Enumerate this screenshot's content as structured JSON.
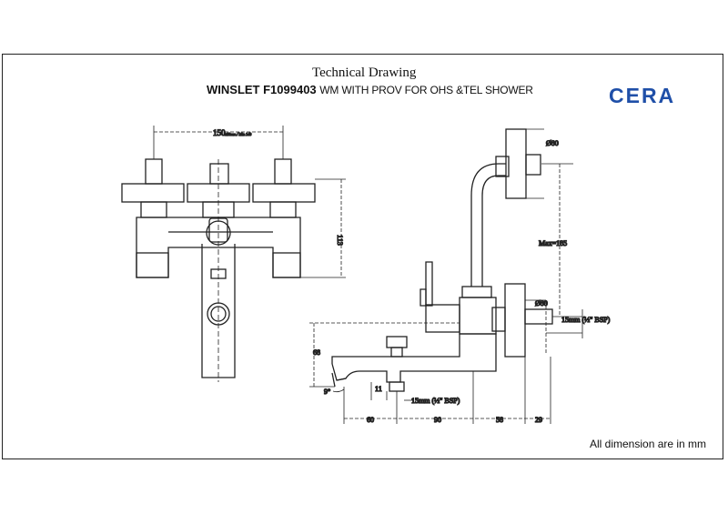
{
  "header": {
    "title": "Technical Drawing",
    "model": "WINSLET  F1099403",
    "description": "WM WITH PROV FOR OHS &TEL SHOWER",
    "brand": "CERA",
    "brand_color": "#1f4fa8"
  },
  "dimensions": {
    "width_150": "150",
    "width_150_tol": "±10mm / Min 140",
    "height_113": "113",
    "dia_80_top": "Ø80",
    "max_185": "Max=185",
    "dia_80_mid": "Ø80",
    "bsp_right": "15mm (½\" BSP)",
    "height_68": "68",
    "angle_9": "9°",
    "dim_11": "11",
    "bsp_bottom": "15mm (½\" BSP)",
    "dim_60": "60",
    "dim_90": "90",
    "dim_58": "58",
    "dim_29": "29"
  },
  "footer": {
    "note": "All dimension are in mm"
  }
}
